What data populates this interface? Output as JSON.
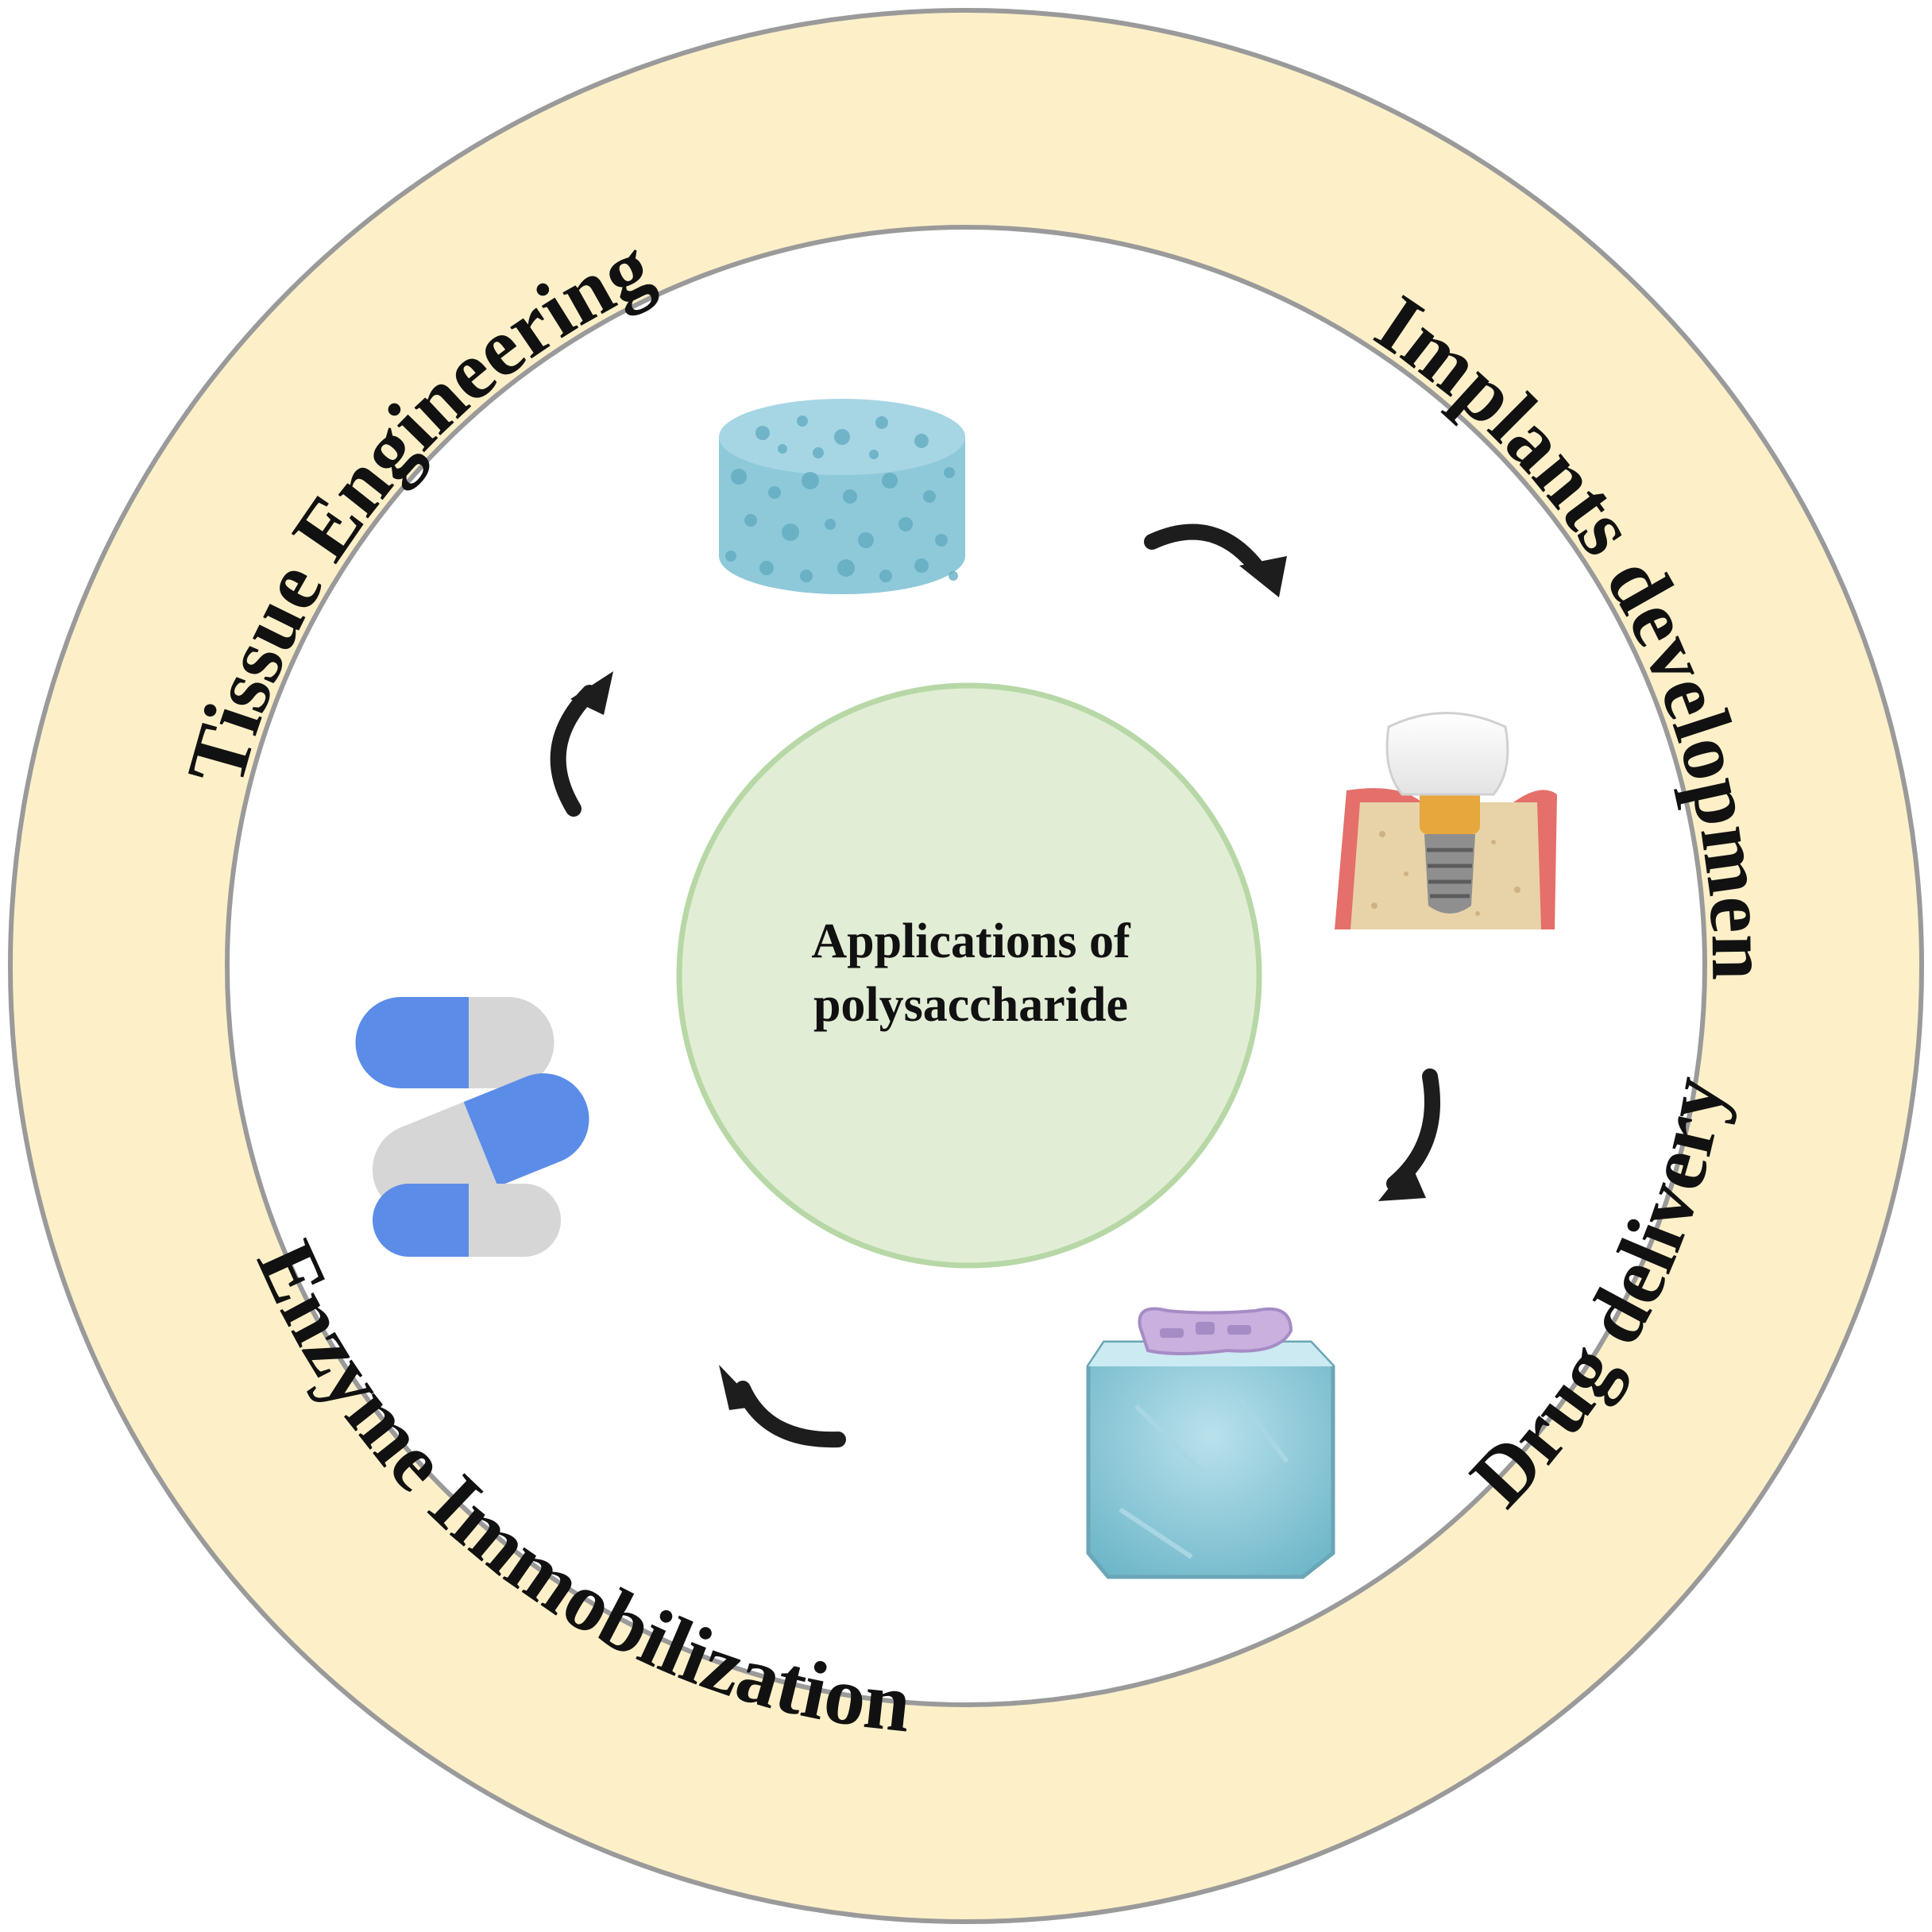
{
  "center": {
    "line1": "Applications of",
    "line2": "polysaccharide"
  },
  "ring_labels": {
    "tissue": "Tissue Engineering",
    "implants": "Implants development",
    "enzyme": "Enzyme Immobilization",
    "drug": "Drug delivery"
  },
  "icons": {
    "scaffold": "porous-scaffold-icon",
    "implant": "dental-implant-icon",
    "enzyme": "enzyme-gel-cube-icon",
    "drug": "capsules-icon"
  },
  "colors": {
    "outer_ring": "#fdf0c8",
    "ring_border": "#9a9a9a",
    "center_fill": "#e2edd6",
    "center_border": "#b7d8a6",
    "arrow": "#1d1d1d"
  }
}
